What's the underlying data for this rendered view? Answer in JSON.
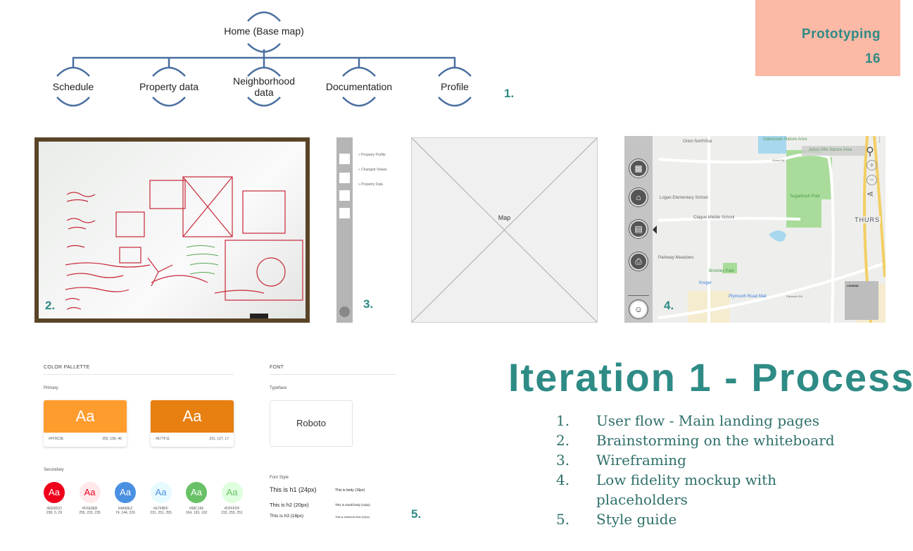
{
  "badge": {
    "section": "Prototyping",
    "page": "16"
  },
  "userflow": {
    "root": "Home (Base map)",
    "children": [
      "Schedule",
      "Property data",
      "Neighborhood data",
      "Documentation",
      "Profile"
    ],
    "number": "1."
  },
  "whiteboard": {
    "number": "2."
  },
  "wireframe": {
    "menu": [
      "» Property Profile",
      "» Changed Values",
      "» Property Data"
    ],
    "map_label": "Map",
    "number": "3."
  },
  "mockup": {
    "number": "4.",
    "map_labels": [
      "Orion NorthStar",
      "Oakwoods Nature Area",
      "Arbor Hills Nature Area",
      "Green Rd",
      "Logan Elementary School",
      "Sugarbush Park",
      "Clague Middle School",
      "Parkway Meadows",
      "Bromley Park",
      "Kroger",
      "Plymouth Road Mall",
      "Plymouth Rd",
      "THURS"
    ],
    "legend": "LEGEND"
  },
  "styleguide": {
    "number": "5.",
    "color_title": "COLOR PALLETTE",
    "primary_label": "Primary",
    "secondary_label": "Secondary",
    "sample": "Aa",
    "primary": [
      {
        "hex": "#FF9C2E",
        "rgb": "255, 156, 46",
        "color": "#ff9c2e"
      },
      {
        "hex": "#E77F11",
        "rgb": "231, 127, 17",
        "color": "#e77f11"
      }
    ],
    "secondary": [
      {
        "hex": "#EE001D",
        "rgb": "238, 0, 29",
        "bg": "#ee001d",
        "fg": "#ffffff"
      },
      {
        "hex": "#FFE9EB",
        "rgb": "255, 233, 235",
        "bg": "#ffe9eb",
        "fg": "#ee001d"
      },
      {
        "hex": "#4A90E2",
        "rgb": "74, 144, 226",
        "bg": "#4a90e2",
        "fg": "#ffffff"
      },
      {
        "hex": "#E7FBFF",
        "rgb": "231, 251, 255",
        "bg": "#e7fbff",
        "fg": "#4a90e2"
      },
      {
        "hex": "#68C166",
        "rgb": "104, 193, 102",
        "bg": "#68c166",
        "fg": "#ffffff"
      },
      {
        "hex": "#DFFFDF",
        "rgb": "233, 255, 251",
        "bg": "#dfffdf",
        "fg": "#68c166"
      }
    ],
    "font_title": "FONT",
    "typeface_label": "Typeface",
    "typeface": "Roboto",
    "font_style_label": "Font Style",
    "styles": [
      "This is h1 (24px)",
      "This is h2 (20px)",
      "This is h3 (18px)"
    ],
    "body_styles": [
      "This is body (16px)",
      "This is small body (14px)",
      "This is minimum text (12px)"
    ]
  },
  "title": "Iteration 1 - Process",
  "steps": [
    {
      "n": "1.",
      "text": "User flow - Main landing pages"
    },
    {
      "n": "2.",
      "text": "Brainstorming on the whiteboard"
    },
    {
      "n": "3.",
      "text": "Wireframing"
    },
    {
      "n": "4.",
      "text": "Low fidelity mockup with placeholders"
    },
    {
      "n": "5.",
      "text": "Style guide"
    }
  ]
}
